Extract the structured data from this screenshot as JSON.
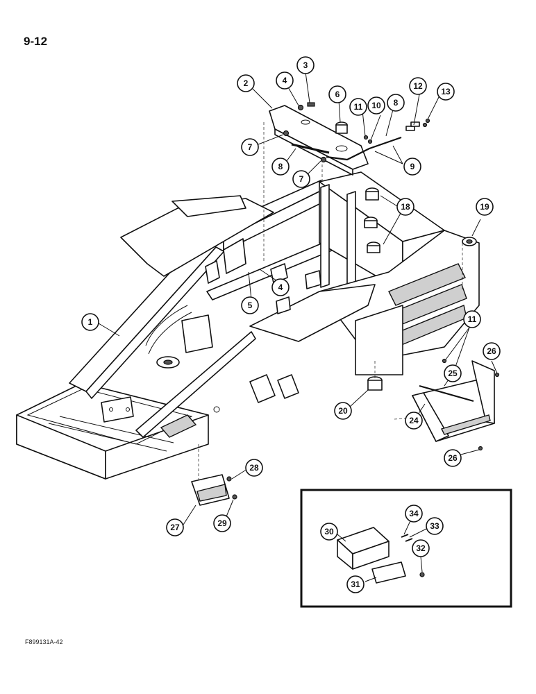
{
  "page_number": "9-12",
  "figure_code": "F899131A-42",
  "callouts": [
    {
      "id": "c1",
      "label": "1"
    },
    {
      "id": "c2",
      "label": "2"
    },
    {
      "id": "c3",
      "label": "3"
    },
    {
      "id": "c4a",
      "label": "4"
    },
    {
      "id": "c4b",
      "label": "4"
    },
    {
      "id": "c5",
      "label": "5"
    },
    {
      "id": "c6",
      "label": "6"
    },
    {
      "id": "c7a",
      "label": "7"
    },
    {
      "id": "c7b",
      "label": "7"
    },
    {
      "id": "c8a",
      "label": "8"
    },
    {
      "id": "c8b",
      "label": "8"
    },
    {
      "id": "c9",
      "label": "9"
    },
    {
      "id": "c10",
      "label": "10"
    },
    {
      "id": "c11a",
      "label": "11"
    },
    {
      "id": "c11b",
      "label": "11"
    },
    {
      "id": "c12",
      "label": "12"
    },
    {
      "id": "c13",
      "label": "13"
    },
    {
      "id": "c18",
      "label": "18"
    },
    {
      "id": "c19",
      "label": "19"
    },
    {
      "id": "c20",
      "label": "20"
    },
    {
      "id": "c24",
      "label": "24"
    },
    {
      "id": "c25",
      "label": "25"
    },
    {
      "id": "c26a",
      "label": "26"
    },
    {
      "id": "c26b",
      "label": "26"
    },
    {
      "id": "c27",
      "label": "27"
    },
    {
      "id": "c28",
      "label": "28"
    },
    {
      "id": "c29",
      "label": "29"
    },
    {
      "id": "c30",
      "label": "30"
    },
    {
      "id": "c31",
      "label": "31"
    },
    {
      "id": "c32",
      "label": "32"
    },
    {
      "id": "c33",
      "label": "33"
    },
    {
      "id": "c34",
      "label": "34"
    }
  ]
}
